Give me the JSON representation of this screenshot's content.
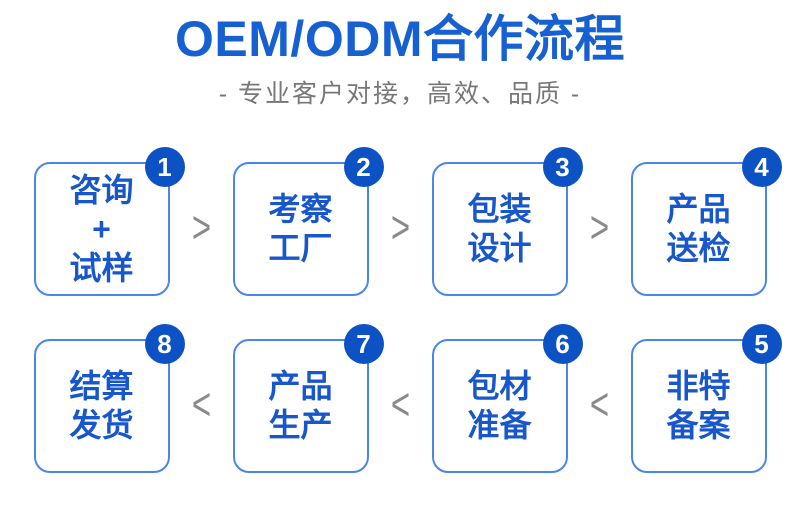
{
  "title": "OEM/ODM合作流程",
  "subtitle": "- 专业客户对接，高效、品质 -",
  "flow": {
    "rows": [
      {
        "direction": "forward",
        "arrow": ">",
        "steps": [
          {
            "number": "1",
            "label": "咨询\n+\n试样"
          },
          {
            "number": "2",
            "label": "考察\n工厂"
          },
          {
            "number": "3",
            "label": "包装\n设计"
          },
          {
            "number": "4",
            "label": "产品\n送检"
          }
        ]
      },
      {
        "direction": "backward",
        "arrow": "<",
        "steps": [
          {
            "number": "8",
            "label": "结算\n发货"
          },
          {
            "number": "7",
            "label": "产品\n生产"
          },
          {
            "number": "6",
            "label": "包材\n准备"
          },
          {
            "number": "5",
            "label": "非特\n备案"
          }
        ]
      }
    ]
  },
  "colors": {
    "title_blue": "#1660d2",
    "step_text_blue": "#1757cb",
    "badge_blue": "#0d52c4",
    "box_border_blue": "#4a86e8",
    "arrow_gray": "#8a8a8a",
    "subtitle_gray": "#777777",
    "background": "#ffffff"
  }
}
